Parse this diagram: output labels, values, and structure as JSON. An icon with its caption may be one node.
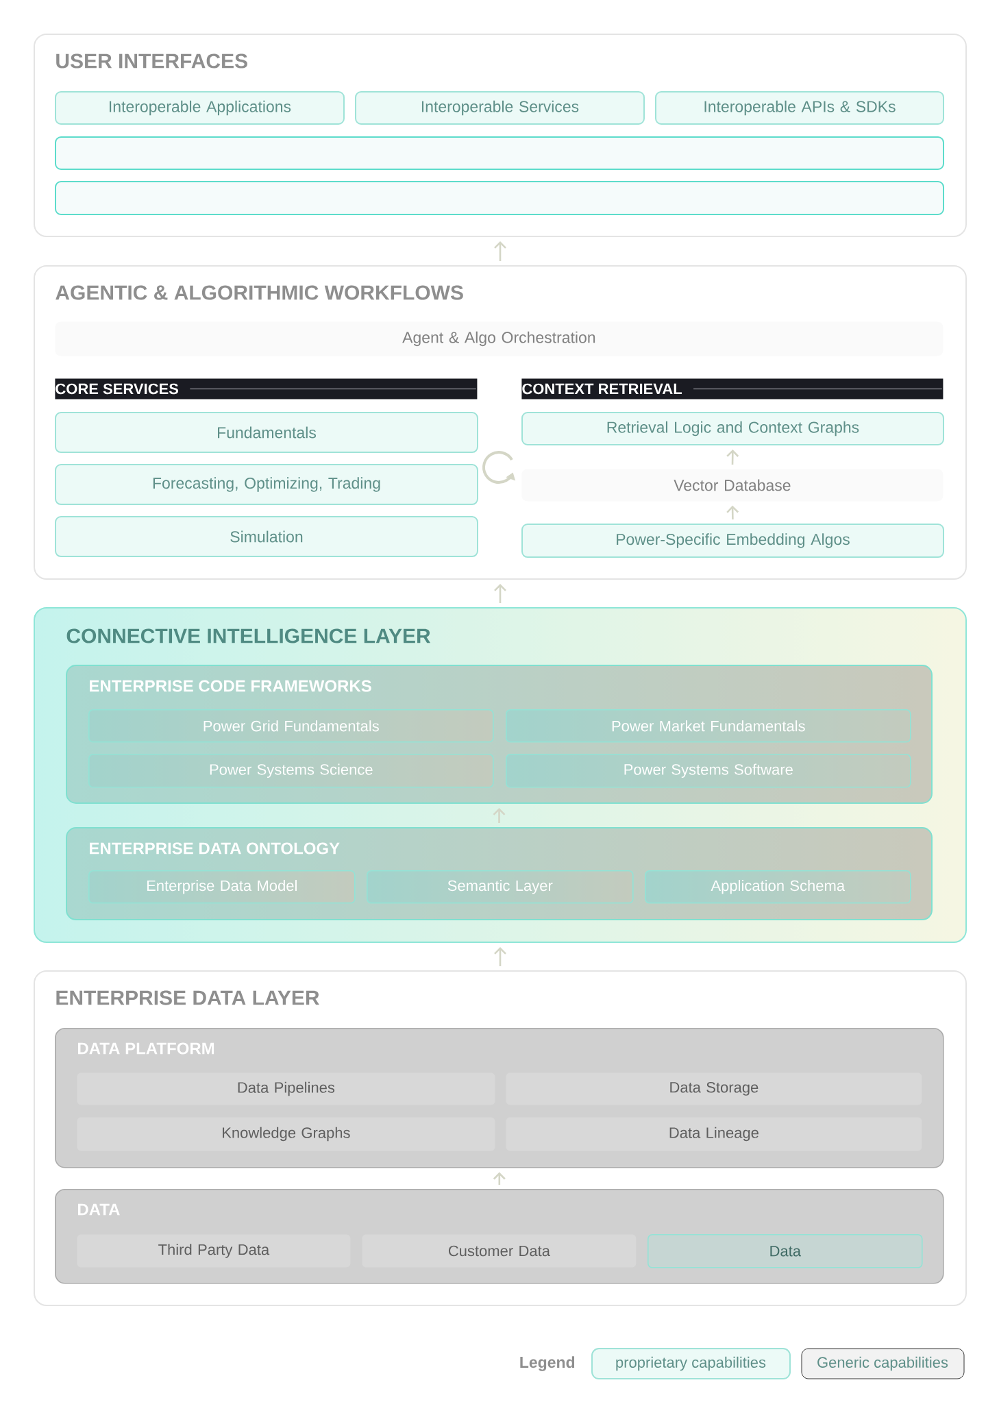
{
  "diagram": {
    "nodes": [
      {
        "text": [
          "USER INTERFACES"
        ]
      },
      {
        "text": [
          "Interoperable Applications"
        ],
        "in": 0
      },
      {
        "text": [
          "Interoperable Services"
        ],
        "in": 0
      },
      {
        "text": [
          "Interoperable APIs & SDKs"
        ],
        "in": 0
      },
      {
        "text": [],
        "shape": "box",
        "in": 0
      },
      {
        "text": [],
        "shape": "box",
        "in": 0
      },
      {
        "text": [
          "AGENTIC & ALGORITHMIC WORKFLOWS"
        ]
      },
      {
        "text": [
          "Agent & Algo Orchestration"
        ],
        "in": 6
      },
      {
        "text": [
          "CORE SERVICES"
        ],
        "in": 6
      },
      {
        "text": [
          "CONTEXT RETRIEVAL"
        ],
        "in": 6
      },
      {
        "text": [
          "Fundamentals"
        ],
        "in": 6
      },
      {
        "text": [
          "Retrieval Logic and Context Graphs"
        ],
        "in": 6
      },
      {
        "text": [
          "Forecasting, Optimizing, Trading"
        ],
        "in": 6
      },
      {
        "text": [
          "Vector Database"
        ],
        "in": 6
      },
      {
        "text": [
          "Simulation"
        ],
        "in": 6
      },
      {
        "text": [
          "Power-Specific Embedding Algos"
        ],
        "in": 6
      },
      {
        "text": [
          "CONNECTIVE INTELLIGENCE LAYER"
        ]
      },
      {
        "text": [
          "ENTERPRISE CODE FRAMEWORKS"
        ],
        "in": 16
      },
      {
        "text": [
          "Power Grid Fundamentals"
        ],
        "in": 17
      },
      {
        "text": [
          "Power Market Fundamentals"
        ],
        "in": 17
      },
      {
        "text": [
          "Power Systems Science"
        ],
        "in": 17
      },
      {
        "text": [
          "Power Systems Software"
        ],
        "in": 17
      },
      {
        "text": [
          "ENTERPRISE DATA ONTOLOGY"
        ],
        "in": 16
      },
      {
        "text": [
          "Enterprise Data Model"
        ],
        "in": 22
      },
      {
        "text": [
          "Semantic Layer"
        ],
        "in": 22
      },
      {
        "text": [
          "Application Schema"
        ],
        "in": 22
      },
      {
        "text": [
          "ENTERPRISE DATA LAYER"
        ]
      },
      {
        "text": [
          "DATA PLATFORM"
        ],
        "in": 26
      },
      {
        "text": [
          "Data Pipelines"
        ],
        "in": 27
      },
      {
        "text": [
          "Data Storage"
        ],
        "in": 27
      },
      {
        "text": [
          "Knowledge Graphs"
        ],
        "in": 27
      },
      {
        "text": [
          "Data Lineage"
        ],
        "in": 27
      },
      {
        "text": [
          "DATA"
        ],
        "in": 26
      },
      {
        "text": [
          "Third Party Data"
        ],
        "in": 32
      },
      {
        "text": [
          "Customer Data"
        ],
        "in": 32
      },
      {
        "text": [
          "Data"
        ],
        "in": 32
      }
    ],
    "edges": [
      {
        "from": 6,
        "to": 0,
        "arrow": "to"
      },
      {
        "from": 13,
        "to": 11,
        "arrow": "to"
      },
      {
        "from": 15,
        "to": 13,
        "arrow": "to"
      },
      {
        "from": 16,
        "to": 6,
        "arrow": "to"
      },
      {
        "from": 22,
        "to": 17,
        "arrow": "to"
      },
      {
        "from": 26,
        "to": 16,
        "arrow": "to"
      },
      {
        "from": 32,
        "to": 27,
        "arrow": "to"
      }
    ],
    "labels": [
      "Legend"
    ],
    "legend": [
      {
        "text": "proprietary capabilities",
        "color": "#ecfaf7"
      },
      {
        "text": "Generic capabilities",
        "color": "#f2f2f2"
      }
    ]
  }
}
